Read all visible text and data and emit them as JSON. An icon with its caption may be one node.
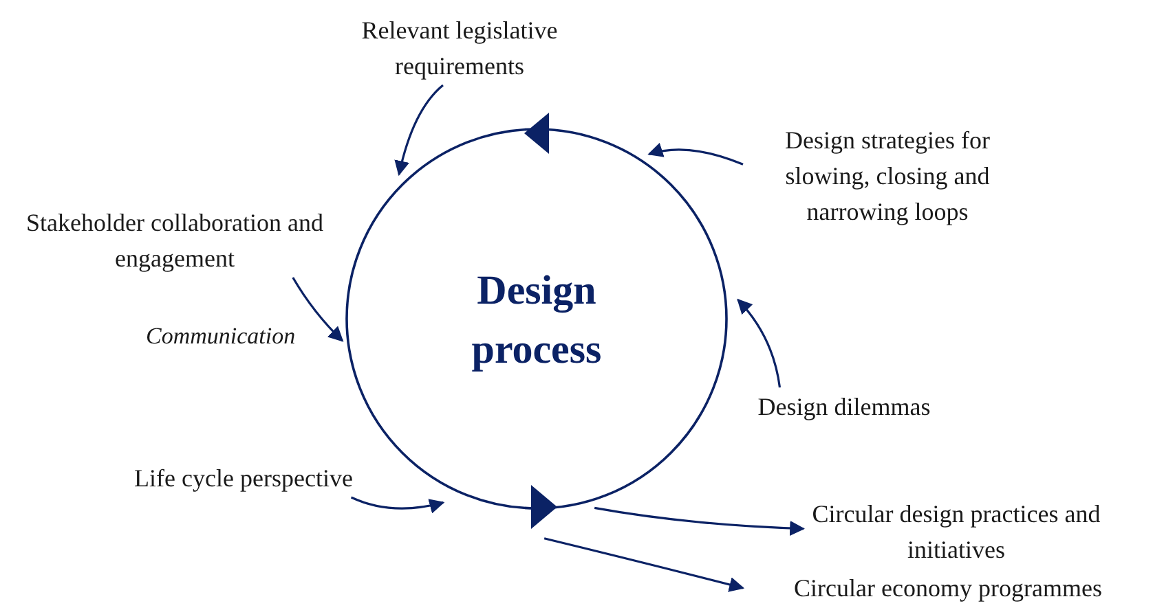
{
  "diagram": {
    "nodes": [
      {
        "text": [
          "Design process"
        ]
      },
      {
        "text": [
          "Relevant legislative requirements"
        ]
      },
      {
        "text": [
          "Design strategies for slowing, closing and narrowing loops"
        ]
      },
      {
        "text": [
          "Stakeholder collaboration and engagement"
        ]
      },
      {
        "text": [
          "Design dilemmas"
        ]
      },
      {
        "text": [
          "Life cycle perspective"
        ]
      },
      {
        "text": [
          "Circular design practices and initiatives"
        ]
      },
      {
        "text": [
          "Circular economy programmes"
        ]
      }
    ],
    "edges": [
      {
        "from": 1,
        "to": 0,
        "arrow": "to"
      },
      {
        "from": 2,
        "to": 0,
        "arrow": "to"
      },
      {
        "from": 3,
        "to": 0,
        "arrow": "to"
      },
      {
        "from": 4,
        "to": 0,
        "arrow": "to"
      },
      {
        "from": 5,
        "to": 0,
        "arrow": "to"
      },
      {
        "from": 0,
        "to": 6,
        "arrow": "to"
      },
      {
        "from": 0,
        "to": 7,
        "arrow": "to"
      }
    ],
    "labels": [
      "Communication"
    ]
  }
}
